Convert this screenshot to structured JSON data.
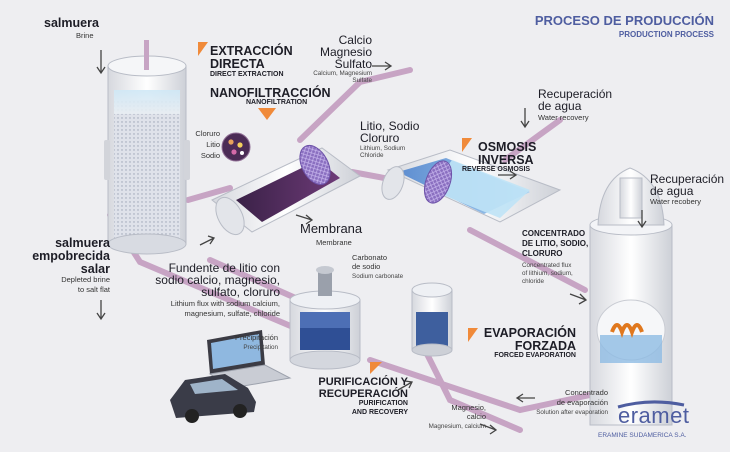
{
  "header": {
    "title": "PROCESO DE PRODUCCIÓN",
    "subtitle": "PRODUCTION PROCESS"
  },
  "salmuera": {
    "es": "salmuera",
    "en": "Brine"
  },
  "extraccion": {
    "es_1": "EXTRACCIÓN",
    "es_2": "DIRECTA",
    "en": "DIRECT EXTRACTION"
  },
  "nanofiltracion": {
    "es": "NANOFILTRACCIÓN",
    "en": "NANOFILTRATION"
  },
  "calcio_magnesio": {
    "es_1": "Calcio",
    "es_2": "Magnesio",
    "es_3": "Sulfato",
    "en_1": "Calcium, Magnesium",
    "en_2": "Sulfate"
  },
  "ions_legend": {
    "cloruro": "Cloruro",
    "litio": "Litio",
    "sodio": "Sodio"
  },
  "litio_sodio_cloruro": {
    "es_1": "Litio, Sodio",
    "es_2": "Cloruro",
    "en_1": "Lithium, Sodium",
    "en_2": "Chloride"
  },
  "osmosis": {
    "es_1": "OSMOSIS",
    "es_2": "INVERSA",
    "en": "REVERSE OSMOSIS"
  },
  "recuperacion_1": {
    "es_1": "Recuperación",
    "es_2": "de agua",
    "en": "Water recovery"
  },
  "recuperacion_2": {
    "es_1": "Recuperación",
    "es_2": "de agua",
    "en": "Water recobery"
  },
  "membrana": {
    "es": "Membrana",
    "en": "Membrane"
  },
  "salmuera_empobrecida": {
    "es_1": "salmuera",
    "es_2": "empobrecida",
    "es_3": "salar",
    "en_1": "Depleted brine",
    "en_2": "to salt flat"
  },
  "fundente": {
    "es_1": "Fundente de litio con",
    "es_2": "sodio calcio, magnesio,",
    "es_3": "sulfato, cloruro",
    "en_1": "Lithium flux with sodium calcium,",
    "en_2": "magnesium, sulfate, chloride"
  },
  "carbonato": {
    "es_1": "Carbonato",
    "es_2": "de sodio",
    "en": "Sodium carbonate"
  },
  "concentrado_litio": {
    "es_1": "CONCENTRADO",
    "es_2": "DE LITIO, SODIO,",
    "es_3": "CLORURO",
    "en_1": "Concentrated flux",
    "en_2": "of lithium, sodium,",
    "en_3": "chloride"
  },
  "evaporacion": {
    "es_1": "EVAPORACIÓN",
    "es_2": "FORZADA",
    "en": "FORCED EVAPORATION"
  },
  "precipitacion": {
    "es": "Precipitación",
    "en": "Precipitation"
  },
  "purificacion": {
    "es_1": "PURIFICACIÓN Y",
    "es_2": "RECUPERACIÓN",
    "en_1": "PURIFICATION",
    "en_2": "AND RECOVERY"
  },
  "concentrado_evap": {
    "es_1": "Concentrado",
    "es_2": "de evaporación",
    "en": "Solution after evaporation"
  },
  "magnesio_calcio": {
    "es_1": "Magnesio,",
    "es_2": "calcio",
    "en": "Magnesium, calcium"
  },
  "logo": {
    "name": "eramet",
    "sub": "ERAMINE SUDAMERICA S.A."
  },
  "colors": {
    "accent": "#f08a3a",
    "tube": "#c7a4c4",
    "title": "#4e5da0",
    "water": "#a9d8f0"
  }
}
